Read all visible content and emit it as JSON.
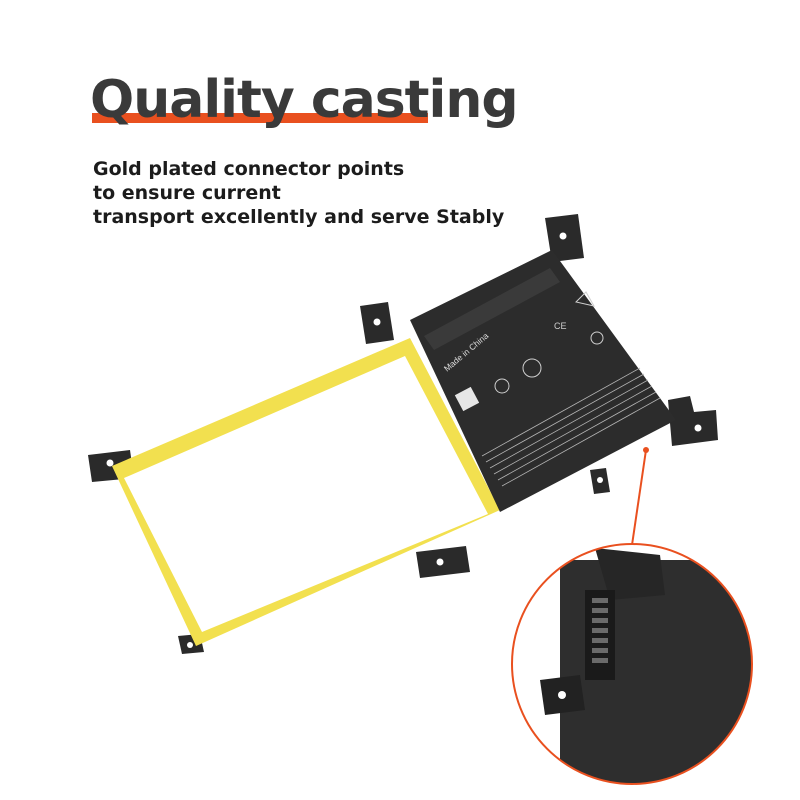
{
  "headline": "Quality casting",
  "subtext": {
    "line1": "Gold plated connector points",
    "line2": "to ensure current",
    "line3": "transport excellently and serve Stably"
  },
  "label": {
    "made_in": "Made in China"
  },
  "colors": {
    "accent": "#e9501f",
    "battery_body": "#2d2d2d",
    "yellow_band": "#f3e35a"
  },
  "icons": [
    "battery-pack-image",
    "connector-zoom-inset",
    "recycle-symbol",
    "ce-mark",
    "warning-triangle",
    "qr-code"
  ]
}
